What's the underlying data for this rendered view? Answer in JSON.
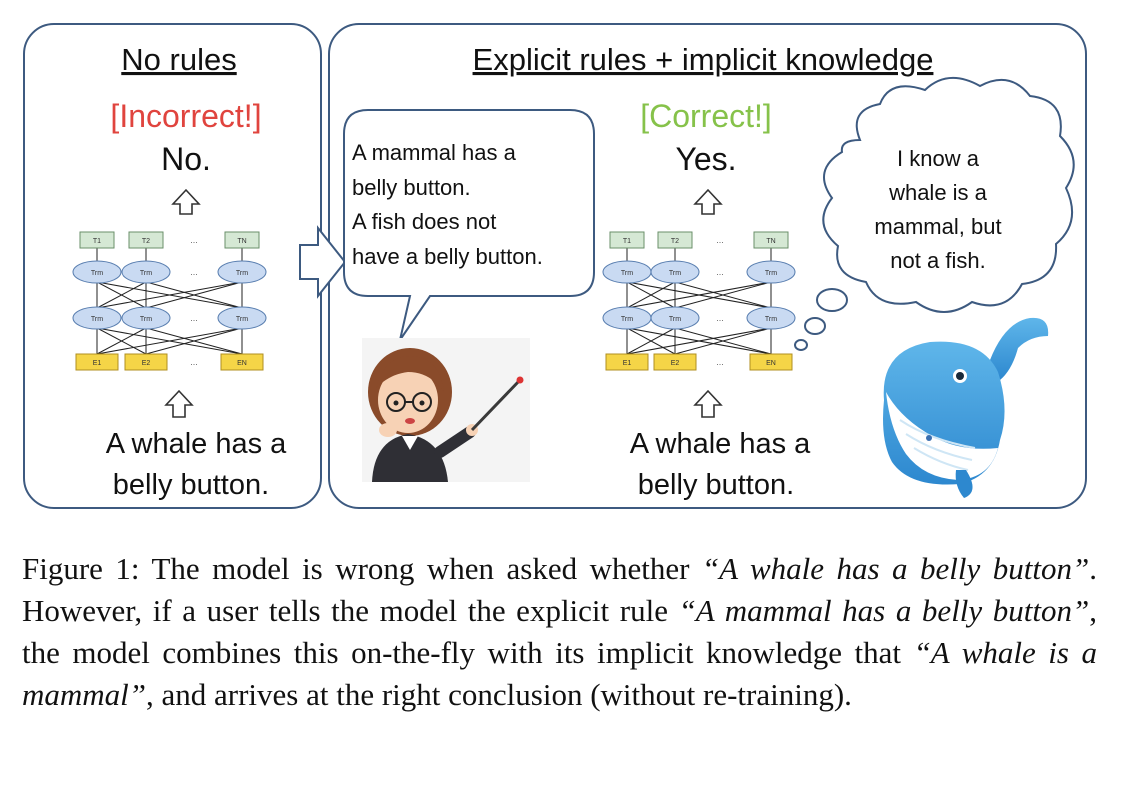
{
  "left_panel": {
    "title": "No rules",
    "verdict": "[Incorrect!]",
    "answer": "No.",
    "input_line1": "A whale has a",
    "input_line2": "belly button."
  },
  "right_panel": {
    "title": "Explicit rules + implicit knowledge",
    "verdict": "[Correct!]",
    "answer": "Yes.",
    "input_line1": "A whale has a",
    "input_line2": "belly button."
  },
  "model": {
    "output_tokens": [
      "T1",
      "T2",
      "TN"
    ],
    "layer_label": "Trm",
    "input_tokens": [
      "E1",
      "E2",
      "EN"
    ],
    "ellipsis": "..."
  },
  "rule_bubble": {
    "lines": [
      "A mammal has a",
      "belly button.",
      "A fish does not",
      "have a belly button."
    ]
  },
  "thought_bubble": {
    "lines": [
      "I know a",
      "whale is a",
      "mammal, but",
      "not a fish."
    ]
  },
  "caption": {
    "p1": "Figure 1: The model is wrong when asked whether ",
    "q1": "“A whale has a belly button”",
    "p2": ". However, if a user tells the model the explicit rule ",
    "q2": "“A mammal has a belly button”",
    "p3": ", the model combines this on-the-fly with its implicit knowledge that ",
    "q3": "“A whale is a mammal”",
    "p4": ", and arrives at the right conclusion (without re-training)."
  },
  "colors": {
    "incorrect": "#e0443e",
    "correct": "#86c24a",
    "panel_border": "#3d5a80",
    "output_token_fill": "#d5e8d4",
    "layer_fill": "#c9daf2",
    "input_token_fill": "#f5d547",
    "whale": "#3a9ad9"
  }
}
